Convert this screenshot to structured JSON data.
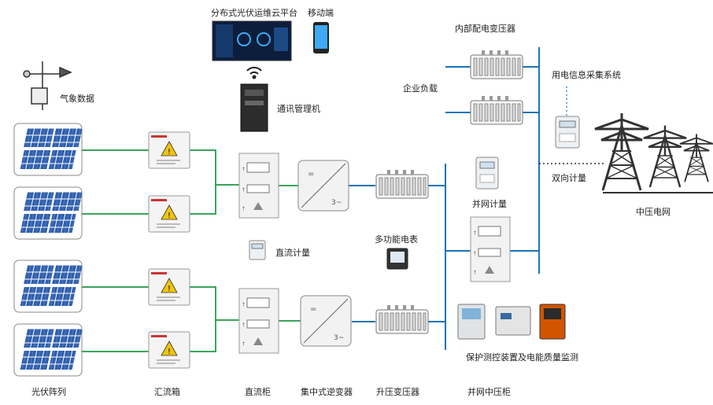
{
  "labels": {
    "platform": "分布式光伏运维云平台",
    "mobile": "移动端",
    "weather": "气象数据",
    "comm_manager": "通讯管理机",
    "internal_transformer": "内部配电变压器",
    "enterprise_load": "企业负载",
    "power_info_system": "用电信息采集系统",
    "bidirectional_meter": "双向计量",
    "grid_meter": "并网计量",
    "mv_grid": "中压电网",
    "multi_meter": "多功能电表",
    "dc_meter": "直流计量",
    "protection": "保护测控装置及电能质量监测"
  },
  "bottom_labels": {
    "pv_array": "光伏阵列",
    "combiner": "汇流箱",
    "dc_cabinet": "直流柜",
    "inverter": "集中式逆变器",
    "step_up": "升压变压器",
    "mv_cabinet": "并网中压柜"
  },
  "colors": {
    "dc_line": "#3aa55a",
    "ac_line": "#1f73b7",
    "solar_panel": "#2f5fae",
    "inverter_box": "#f2f2f2"
  },
  "icons": {
    "wifi": "wifi-icon",
    "warning": "warning-icon",
    "tower": "transmission-tower-icon",
    "weather_station": "weather-station-icon"
  }
}
